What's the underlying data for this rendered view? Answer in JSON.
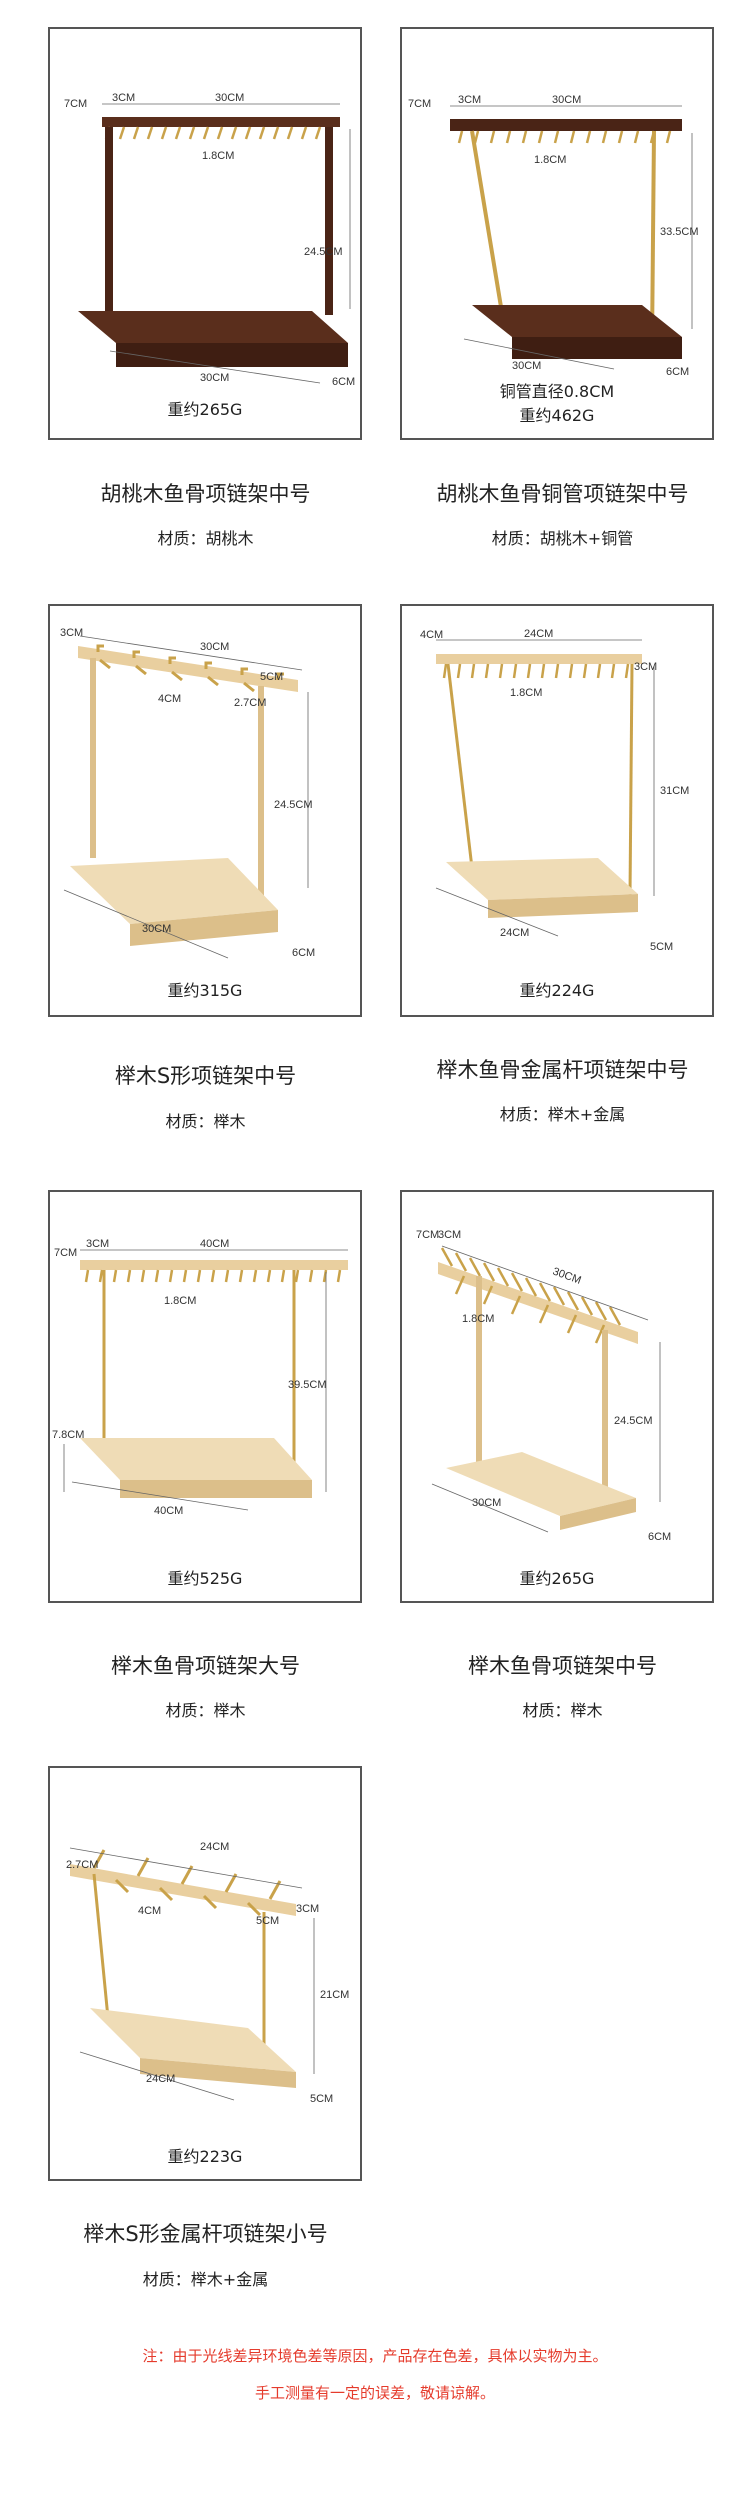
{
  "products": [
    {
      "weight_lines": [
        "重约265G"
      ],
      "title": "胡桃木鱼骨项链架中号",
      "material": "材质：胡桃木",
      "dims": {
        "width": "30CM",
        "hook_pitch": "1.8CM",
        "bar_w": "3CM",
        "bar_h": "7CM",
        "height": "24.5CM",
        "base_len": "30CM",
        "base_w": "6CM"
      }
    },
    {
      "weight_lines": [
        "铜管直径0.8CM",
        "重约462G"
      ],
      "title": "胡桃木鱼骨铜管项链架中号",
      "material": "材质：胡桃木+铜管",
      "dims": {
        "width": "30CM",
        "hook_pitch": "1.8CM",
        "bar_w": "3CM",
        "bar_h": "7CM",
        "height": "33.5CM",
        "base_len": "30CM",
        "base_w": "6CM"
      }
    },
    {
      "weight_lines": [
        "重约315G"
      ],
      "title": "榉木S形项链架中号",
      "material": "材质：榉木",
      "dims": {
        "width": "30CM",
        "hook_pitch": "4CM",
        "bar_w": "3CM",
        "bar_h": "5CM",
        "hook_len": "2.7CM",
        "height": "24.5CM",
        "base_len": "30CM",
        "base_w": "6CM"
      }
    },
    {
      "weight_lines": [
        "重约224G"
      ],
      "title": "榉木鱼骨金属杆项链架中号",
      "material": "材质：榉木+金属",
      "dims": {
        "width": "24CM",
        "hook_pitch": "1.8CM",
        "bar_w": "4CM",
        "bar_h": "3CM",
        "height": "31CM",
        "base_len": "24CM",
        "base_w": "5CM"
      }
    },
    {
      "weight_lines": [
        "重约525G"
      ],
      "title": "榉木鱼骨项链架大号",
      "material": "材质：榉木",
      "dims": {
        "width": "40CM",
        "hook_pitch": "1.8CM",
        "bar_w": "3CM",
        "bar_h": "7CM",
        "side_h": "7.8CM",
        "height": "39.5CM",
        "base_len": "40CM"
      }
    },
    {
      "weight_lines": [
        "重约265G"
      ],
      "title": "榉木鱼骨项链架中号",
      "material": "材质：榉木",
      "dims": {
        "width": "30CM",
        "hook_pitch": "1.8CM",
        "bar_w": "3CM",
        "bar_h": "7CM",
        "height": "24.5CM",
        "base_len": "30CM",
        "base_w": "6CM"
      }
    },
    {
      "weight_lines": [
        "重约223G"
      ],
      "title": "榉木S形金属杆项链架小号",
      "material": "材质：榉木+金属",
      "dims": {
        "width": "24CM",
        "hook_pitch": "4CM",
        "bar_w": "3CM",
        "bar_h": "5CM",
        "hook_len": "2.7CM",
        "height": "21CM",
        "base_len": "24CM",
        "base_w": "5CM"
      }
    }
  ],
  "notes": [
    "注：由于光线差异环境色差等原因，产品存在色差，具体以实物为主。",
    "手工测量有一定的误差，敬请谅解。"
  ],
  "colors": {
    "walnut": "#5a2e1c",
    "walnut_dark": "#3f1e12",
    "beech": "#e9cf9f",
    "beech_dark": "#d7b680",
    "brass": "#c9a24a",
    "note_red": "#e53b2c"
  }
}
